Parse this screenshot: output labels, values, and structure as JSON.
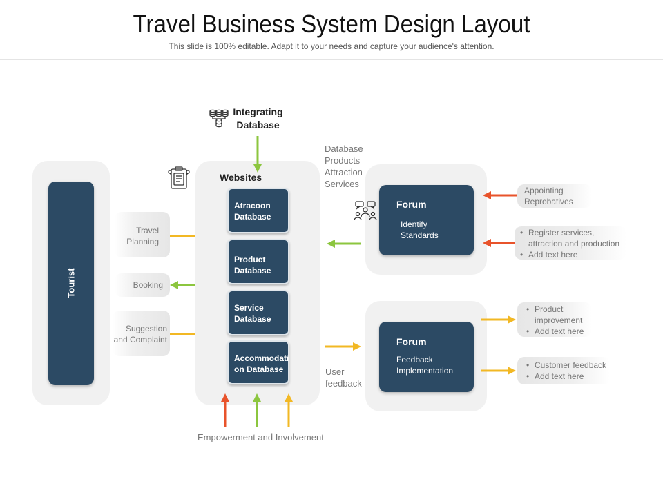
{
  "header": {
    "title": "Travel Business System Design Layout",
    "subtitle": "This slide is 100% editable. Adapt it to your needs and capture your audience's attention."
  },
  "tourist": {
    "label": "Tourist"
  },
  "left_chips": [
    {
      "line1": "Travel",
      "line2": "Planning"
    },
    {
      "line1": "Booking"
    },
    {
      "line1": "Suggestion",
      "line2": "and Complaint"
    }
  ],
  "integrating": {
    "line1": "Integrating",
    "line2": "Database"
  },
  "websites": {
    "label": "Websites",
    "databases": [
      {
        "line1": "Atracoon",
        "line2": "Database"
      },
      {
        "line1": "Product",
        "line2": "Database"
      },
      {
        "line1": "Service",
        "line2": "Database"
      },
      {
        "line1": "Accommodati",
        "line2": "on Database"
      }
    ]
  },
  "flow_labels": {
    "database_list": [
      "Database",
      "Products",
      "Attraction",
      "Services"
    ],
    "user_feedback": [
      "User",
      "feedback"
    ],
    "empowerment": "Empowerment and Involvement"
  },
  "forums": [
    {
      "title": "Forum",
      "desc1": "Identify",
      "desc2": "Standards"
    },
    {
      "title": "Forum",
      "desc1": "Feedback",
      "desc2": "Implementation"
    }
  ],
  "right_chips": {
    "appointing": {
      "line1": "Appointing",
      "line2": "Reprobatives"
    },
    "register": [
      "Register services,",
      "attraction and production",
      "Add text here"
    ],
    "product": [
      "Product",
      "improvement",
      "Add text here"
    ],
    "customer": [
      "Customer feedback",
      "Add text here"
    ]
  },
  "colors": {
    "navy": "#2c4a64",
    "green": "#8cc63f",
    "orange_red": "#e8532b",
    "yellow": "#f2b824",
    "panel_gray": "#f1f1f1"
  },
  "icons": [
    "database-icon",
    "clipboard-icon",
    "team-icon"
  ]
}
